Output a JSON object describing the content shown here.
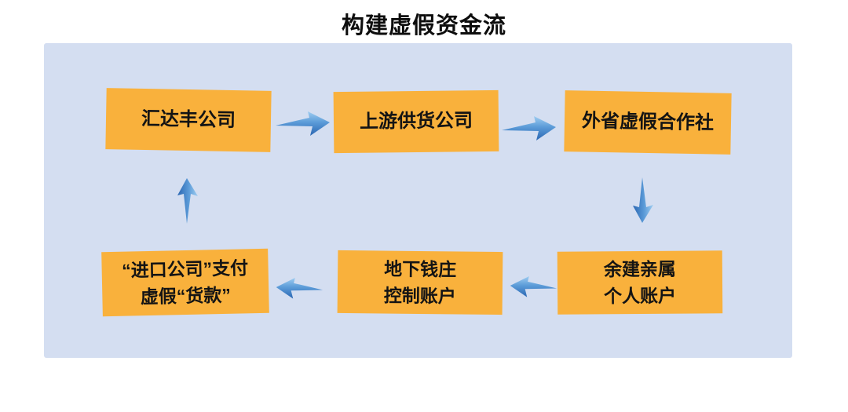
{
  "title": "构建虚假资金流",
  "colors": {
    "panel_background": "#d4def1",
    "node_fill": "#f9b13c",
    "node_text": "#141414",
    "arrow_blue_dark": "#2a66b2",
    "arrow_blue_mid": "#5b9bd8",
    "arrow_blue_light": "#9fcdf1"
  },
  "nodes": [
    {
      "name": "huidafeng-company",
      "lines": [
        "汇达丰公司"
      ]
    },
    {
      "name": "upstream-supplier-company",
      "lines": [
        "上游供货公司"
      ]
    },
    {
      "name": "out-of-province-fake-cooperative",
      "lines": [
        "外省虚假合作社"
      ]
    },
    {
      "name": "yujian-relatives-personal-accounts",
      "lines": [
        "余建亲属",
        "个人账户"
      ]
    },
    {
      "name": "underground-bank-controlled-accounts",
      "lines": [
        "地下钱庄",
        "控制账户"
      ]
    },
    {
      "name": "import-company-pays-fake-payment",
      "lines": [
        "“进口公司”支付",
        "虚假“货款”"
      ]
    }
  ],
  "edges": [
    {
      "from": "汇达丰公司",
      "to": "上游供货公司",
      "direction": "right"
    },
    {
      "from": "上游供货公司",
      "to": "外省虚假合作社",
      "direction": "right"
    },
    {
      "from": "外省虚假合作社",
      "to": "余建亲属个人账户",
      "direction": "down"
    },
    {
      "from": "余建亲属个人账户",
      "to": "地下钱庄控制账户",
      "direction": "left"
    },
    {
      "from": "地下钱庄控制账户",
      "to": "“进口公司”支付虚假“货款”",
      "direction": "left"
    },
    {
      "from": "“进口公司”支付虚假“货款”",
      "to": "汇达丰公司",
      "direction": "up"
    }
  ]
}
